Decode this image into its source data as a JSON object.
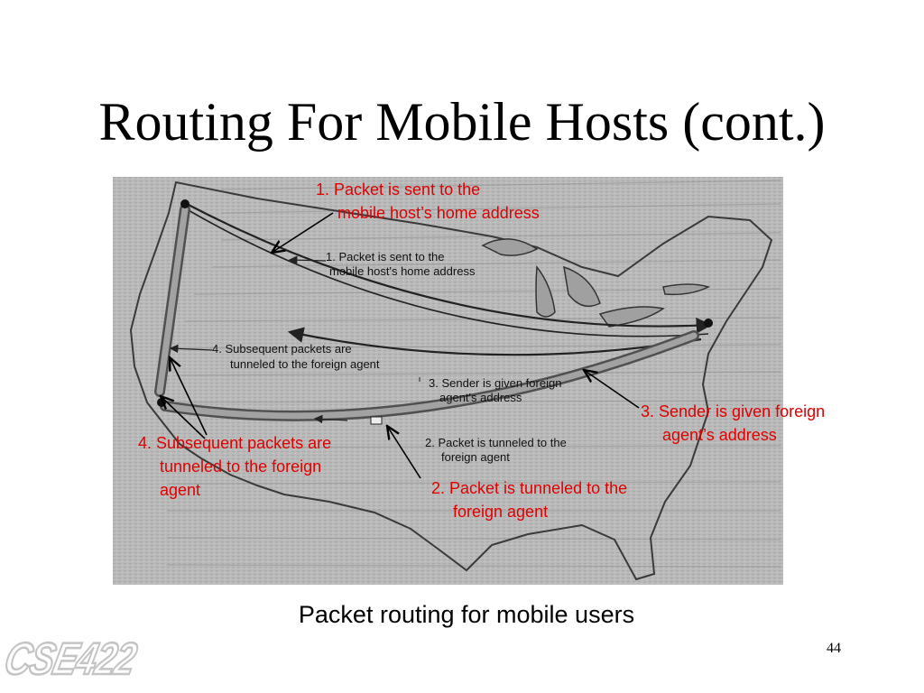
{
  "slide": {
    "title": "Routing For Mobile Hosts (cont.)",
    "caption": "Packet routing for mobile users",
    "page_number": "44",
    "logo_text": "CSE422"
  },
  "callouts": {
    "step1": {
      "line1": "1. Packet is sent to the",
      "line2": "mobile host’s home address"
    },
    "step3": {
      "line1": "3. Sender is given foreign",
      "line2": "agent’s address"
    },
    "step4": {
      "line1": "4. Subsequent packets are",
      "line2": "tunneled to the foreign",
      "line3": "agent"
    },
    "step2": {
      "line1": "2. Packet is tunneled to the",
      "line2": "foreign agent"
    }
  },
  "figure_labels": {
    "step1": {
      "line1": "1. Packet is sent to the",
      "line2": "mobile host's home address"
    },
    "step4": {
      "line1": "4. Subsequent packets are",
      "line2": "tunneled to the foreign agent"
    },
    "step3": {
      "line1": "3. Sender is given foreign",
      "line2": "agent's address"
    },
    "step2": {
      "line1": "2. Packet is tunneled to the",
      "line2": "foreign agent"
    }
  },
  "colors": {
    "callout_text": "#e00000",
    "figure_background": "#b8b8b8",
    "leader_lines": "#000000"
  }
}
